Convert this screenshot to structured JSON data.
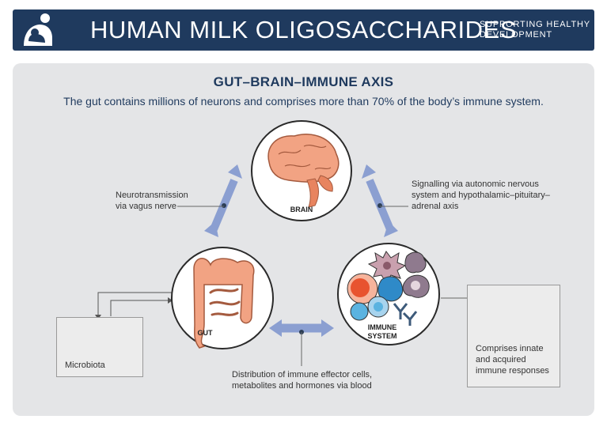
{
  "header": {
    "title": "HUMAN MILK OLIGOSACCHARIDES",
    "subtitle": "SUPPORTING HEALTHY DEVELOPMENT"
  },
  "axis": {
    "title": "GUT–BRAIN–IMMUNE AXIS",
    "subtitle": "The gut contains millions of neurons and comprises more than 70% of the body’s immune system."
  },
  "nodes": {
    "brain": "BRAIN",
    "gut": "GUT",
    "immune": "IMMUNE SYSTEM"
  },
  "annotations": {
    "neurotransmission": "Neurotransmission via vagus nerve",
    "signalling": "Signalling via autonomic nervous system and hypothalamic–pituitary–adrenal axis",
    "distribution": "Distribution of immune effector cells, metabolites and hormones via blood",
    "microbiota": "Microbiota",
    "immune_responses": "Comprises innate and acquired immune responses"
  },
  "colors": {
    "header_bg": "#1f3a5e",
    "arrow": "#8b9fd1",
    "brain": "#f2a383",
    "panel": "#e4e5e7"
  }
}
